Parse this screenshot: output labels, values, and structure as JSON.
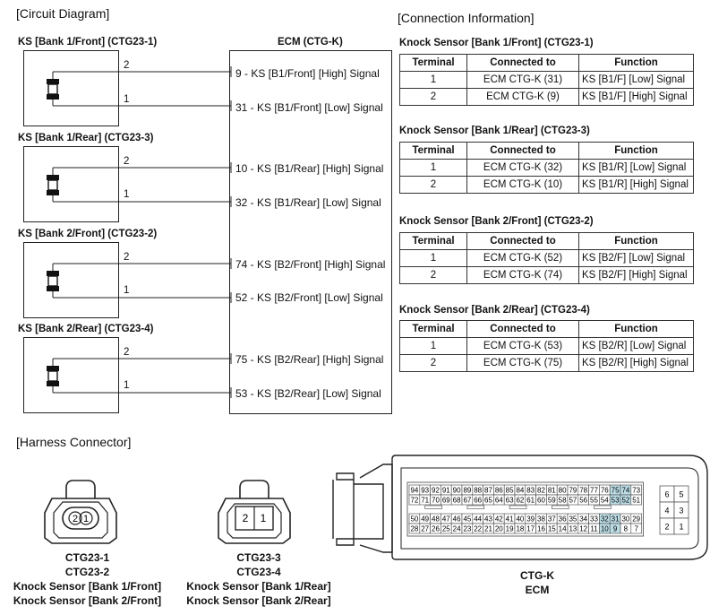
{
  "sections": {
    "circuit": "[Circuit Diagram]",
    "connection": "[Connection Information]",
    "harness": "[Harness Connector]"
  },
  "ecm_title": "ECM (CTG-K)",
  "sensors": [
    {
      "title": "KS [Bank 1/Front] (CTG23-1)",
      "pin_top": "2",
      "pin_bottom": "1",
      "signal_top": "9 - KS [B1/Front] [High] Signal",
      "signal_bottom": "31 - KS [B1/Front] [Low] Signal"
    },
    {
      "title": "KS [Bank 1/Rear] (CTG23-3)",
      "pin_top": "2",
      "pin_bottom": "1",
      "signal_top": "10 - KS [B1/Rear] [High] Signal",
      "signal_bottom": "32 - KS [B1/Rear] [Low] Signal"
    },
    {
      "title": "KS [Bank 2/Front] (CTG23-2)",
      "pin_top": "2",
      "pin_bottom": "1",
      "signal_top": "74 - KS [B2/Front] [High] Signal",
      "signal_bottom": "52 - KS [B2/Front] [Low] Signal"
    },
    {
      "title": "KS [Bank 2/Rear] (CTG23-4)",
      "pin_top": "2",
      "pin_bottom": "1",
      "signal_top": "75 - KS [B2/Rear] [High] Signal",
      "signal_bottom": "53 - KS [B2/Rear] [Low] Signal"
    }
  ],
  "tables": [
    {
      "title": "Knock Sensor [Bank 1/Front] (CTG23-1)",
      "headers": [
        "Terminal",
        "Connected to",
        "Function"
      ],
      "rows": [
        [
          "1",
          "ECM CTG-K (31)",
          "KS [B1/F] [Low] Signal"
        ],
        [
          "2",
          "ECM CTG-K (9)",
          "KS [B1/F] [High] Signal"
        ]
      ]
    },
    {
      "title": "Knock Sensor [Bank 1/Rear] (CTG23-3)",
      "headers": [
        "Terminal",
        "Connected to",
        "Function"
      ],
      "rows": [
        [
          "1",
          "ECM CTG-K (32)",
          "KS [B1/R] [Low] Signal"
        ],
        [
          "2",
          "ECM CTG-K (10)",
          "KS [B1/R] [High] Signal"
        ]
      ]
    },
    {
      "title": "Knock Sensor [Bank 2/Front] (CTG23-2)",
      "headers": [
        "Terminal",
        "Connected to",
        "Function"
      ],
      "rows": [
        [
          "1",
          "ECM CTG-K (52)",
          "KS [B2/F] [Low] Signal"
        ],
        [
          "2",
          "ECM CTG-K (74)",
          "KS [B2/F] [High] Signal"
        ]
      ]
    },
    {
      "title": "Knock Sensor [Bank 2/Rear] (CTG23-4)",
      "headers": [
        "Terminal",
        "Connected to",
        "Function"
      ],
      "rows": [
        [
          "1",
          "ECM CTG-K (53)",
          "KS [B2/R] [Low] Signal"
        ],
        [
          "2",
          "ECM CTG-K (75)",
          "KS [B2/R] [High] Signal"
        ]
      ]
    }
  ],
  "connectors": [
    {
      "pins": [
        "2",
        "1"
      ],
      "label_lines": [
        "CTG23-1",
        "CTG23-2",
        "Knock Sensor [Bank 1/Front]",
        "Knock Sensor [Bank 2/Front]"
      ]
    },
    {
      "pins": [
        "2",
        "1"
      ],
      "label_lines": [
        "CTG23-3",
        "CTG23-4",
        "Knock Sensor [Bank 1/Rear]",
        "Knock Sensor [Bank 2/Rear]"
      ]
    },
    {
      "label_lines": [
        "CTG-K",
        "ECM"
      ]
    }
  ],
  "ecm_pins": {
    "rows": [
      [
        "94",
        "93",
        "92",
        "91",
        "90",
        "89",
        "88",
        "87",
        "86",
        "85",
        "84",
        "83",
        "82",
        "81",
        "80",
        "79",
        "78",
        "77",
        "76",
        "75",
        "74",
        "73"
      ],
      [
        "72",
        "71",
        "70",
        "69",
        "68",
        "67",
        "66",
        "65",
        "64",
        "63",
        "62",
        "61",
        "60",
        "59",
        "58",
        "57",
        "56",
        "55",
        "54",
        "53",
        "52",
        "51"
      ],
      [
        "50",
        "49",
        "48",
        "47",
        "46",
        "45",
        "44",
        "43",
        "42",
        "41",
        "40",
        "39",
        "38",
        "37",
        "36",
        "35",
        "34",
        "33",
        "32",
        "31",
        "30",
        "29"
      ],
      [
        "28",
        "27",
        "26",
        "25",
        "24",
        "23",
        "22",
        "21",
        "20",
        "19",
        "18",
        "17",
        "16",
        "15",
        "14",
        "13",
        "12",
        "11",
        "10",
        "9",
        "8",
        "7"
      ]
    ],
    "side": [
      [
        "6",
        "5"
      ],
      [
        "4",
        "3"
      ],
      [
        "2",
        "1"
      ]
    ],
    "highlighted": [
      "75",
      "74",
      "53",
      "52",
      "32",
      "31",
      "10",
      "9"
    ],
    "highlight_color": "#bcdde6"
  }
}
